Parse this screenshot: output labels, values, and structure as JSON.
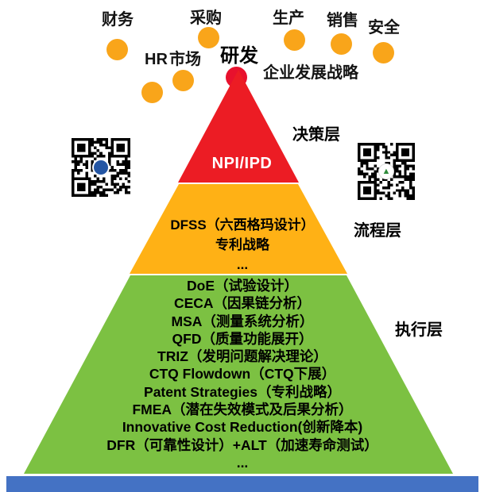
{
  "bubbles": {
    "finance": "财务",
    "hr": "HR",
    "procurement": "采购",
    "market": "市场",
    "production": "生产",
    "sales": "销售",
    "safety": "安全"
  },
  "rd_label": "研发",
  "strategy_label": "企业发展战略",
  "pyramid": {
    "decision": {
      "label": "NPI/IPD",
      "side_label": "决策层"
    },
    "process": {
      "lines": [
        "DFSS（六西格玛设计）",
        "专利战略",
        "..."
      ],
      "side_label": "流程层"
    },
    "execution": {
      "lines": [
        "DoE（试验设计）",
        "CECA（因果链分析）",
        "MSA（测量系统分析）",
        "QFD（质量功能展开）",
        "TRIZ（发明问题解决理论）",
        "CTQ Flowdown（CTQ下展）",
        "Patent Strategies（专利战略）",
        "FMEA（潜在失效模式及后果分析）",
        "Innovative Cost Reduction(创新降本)",
        "DFR（可靠性设计）+ALT（加速寿命测试）",
        "..."
      ],
      "side_label": "执行层"
    }
  },
  "colors": {
    "decision": "#EC1C24",
    "process": "#FFB115",
    "execution": "#7CC142",
    "bubble": "#F9A51A",
    "apex": "#E8112D",
    "bottom_bar": "#4472C4"
  },
  "icons": {
    "qr_left": "qr-code",
    "qr_right": "qr-code"
  }
}
